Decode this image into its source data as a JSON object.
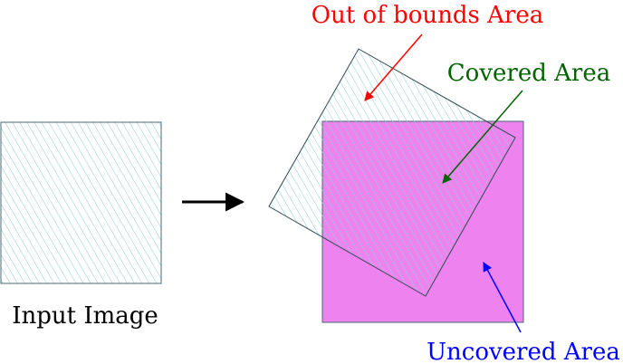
{
  "labels": {
    "input_image": "Input Image",
    "out_of_bounds": "Out of bounds Area",
    "covered": "Covered Area",
    "uncovered": "Uncovered Area"
  },
  "colors": {
    "hatch": "#8ed0dd",
    "outline": "#4a6a70",
    "uncovered_fill": "#ee82ee",
    "out_of_bounds_text": "#ff0000",
    "covered_text": "#006400",
    "uncovered_text": "#0000ff",
    "arrow_black": "#000000"
  },
  "icons": {
    "arrow": "right-arrow-icon"
  }
}
